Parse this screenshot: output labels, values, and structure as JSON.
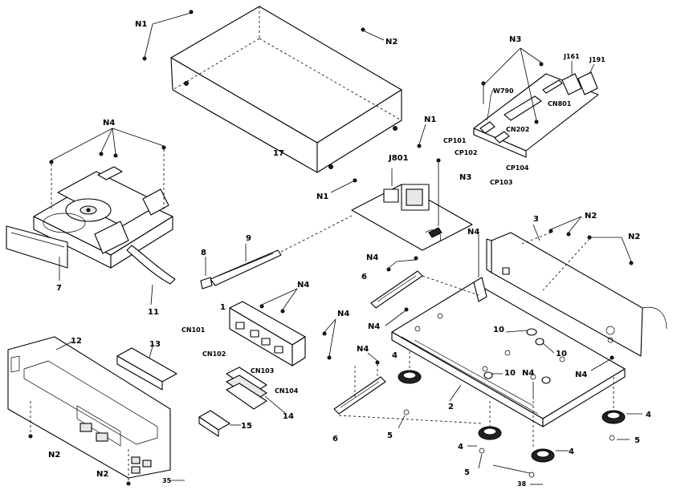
{
  "labels": {
    "n1_a": "N1",
    "n2_a": "N2",
    "n1_b": "N1",
    "n1_c": "N1",
    "n3_a": "N3",
    "j801": "J801",
    "n3_top": "N3",
    "j161": "J161",
    "j191": "J191",
    "w790": "W790",
    "cn801": "CN801",
    "cn202": "CN202",
    "cp101": "CP101",
    "cp102": "CP102",
    "cp103": "CP103",
    "cp104": "CP104",
    "p17": "17",
    "n4_top": "N4",
    "p7": "7",
    "p11": "11",
    "p8": "8",
    "p9": "9",
    "p1": "1",
    "n4_b1": "N4",
    "n4_b2": "N4",
    "cn101": "CN101",
    "cn102": "CN102",
    "cn103": "CN103",
    "cn104": "CN104",
    "p12": "12",
    "p13": "13",
    "p14": "14",
    "p15": "15",
    "n2_l": "N2",
    "n2_bl": "N2",
    "page_a": "35",
    "p3": "3",
    "n2_r1": "N2",
    "n2_r2": "N2",
    "n4_r1": "N4",
    "n4_m1": "N4",
    "p6a": "6",
    "n4_m2": "N4",
    "p10a": "10",
    "p10b": "10",
    "p10c": "10",
    "n4_r2": "N4",
    "n4_m3": "N4",
    "p6b": "6",
    "p2": "2",
    "p5a": "5",
    "p5b": "5",
    "p5c": "5",
    "p4a": "4",
    "p4b": "4",
    "p4c": "4",
    "p4d": "4",
    "n4_c": "N4",
    "page_b": "38"
  }
}
